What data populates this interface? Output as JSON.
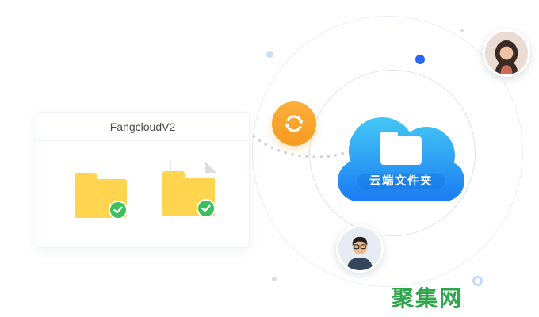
{
  "card": {
    "title": "FangcloudV2",
    "folders": [
      {
        "status": "synced"
      },
      {
        "status": "synced",
        "has_document_sheet": true
      }
    ]
  },
  "cloud": {
    "label": "云端文件夹"
  },
  "watermark": {
    "text": "聚集网"
  },
  "colors": {
    "folder_yellow": "#FFD44F",
    "check_green": "#3CBF5F",
    "sync_orange": "#F7A52B",
    "cloud_blue_top": "#47CDF6",
    "cloud_blue_bottom": "#1879F2",
    "orbit_gray": "#EAEDF1",
    "dot_blue": "#2668F2",
    "watermark_green": "#2FA64D"
  },
  "icons": {
    "sync": "circular-refresh-arrows",
    "check": "checkmark",
    "cloud": "cloud-with-folder",
    "folder": "folder"
  }
}
